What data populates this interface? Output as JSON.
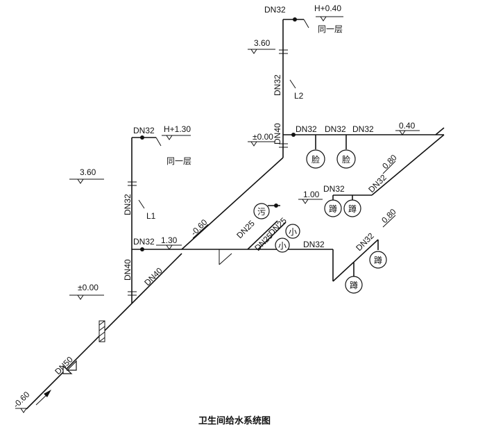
{
  "title": "卫生间给水系统图",
  "risers": {
    "l1": "L1",
    "l2": "L2"
  },
  "pipes": {
    "dn32_l1_top": "DN32",
    "dn32_l1_vert": "DN32",
    "dn32_l1_branch": "DN32",
    "dn40_l1_vert": "DN40",
    "dn40_diag": "DN40",
    "dn50": "DN50",
    "dn32_l2_top": "DN32",
    "dn32_l2_vert": "DN32",
    "dn40_l2_vert": "DN40",
    "dn32_basin_1": "DN32",
    "dn32_basin_2": "DN32",
    "dn32_basin_3": "DN32",
    "dn32_squat_top": "DN32",
    "dn32_diag_upper": "DN32",
    "dn25_a": "DN25",
    "dn25_b": "DN25",
    "dn25_c": "DN25",
    "dn32_lower": "DN32",
    "dn32_diag_lower": "DN32"
  },
  "elevations": {
    "l1_valve": "H+1.30",
    "l1_floor": "3.60",
    "l1_branch": "1.30",
    "l1_ground": "±0.00",
    "l2_valve": "H+0.40",
    "l2_floor": "3.60",
    "l2_ground": "±0.00",
    "basin": "0.40",
    "diag_upper": "0.80",
    "squat": "1.00",
    "diag_lower": "0.80",
    "mid": "-0.60",
    "inlet": "-0.60"
  },
  "notes": {
    "same_floor_l1": "同一层",
    "same_floor_l2": "同一层"
  },
  "fixtures": {
    "basin_1": "脸",
    "basin_2": "脸",
    "squat_1": "蹲",
    "squat_2": "蹲",
    "squat_3": "蹲",
    "squat_4": "蹲",
    "urinal_1": "小",
    "urinal_2": "小",
    "sewage": "污"
  }
}
